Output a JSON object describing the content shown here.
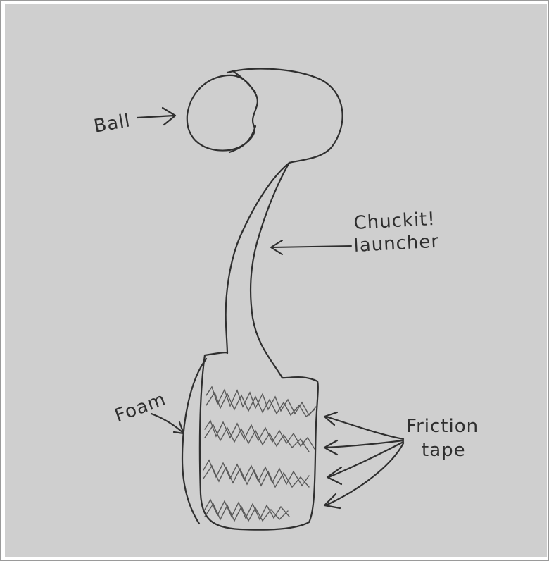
{
  "labels": {
    "ball": "Ball",
    "launcher_line1": "Chuckit!",
    "launcher_line2": "launcher",
    "foam": "Foam",
    "friction_line1": "Friction",
    "friction_line2": "tape"
  },
  "colors": {
    "paper": "#cfcfcf",
    "pencil": "#2f2f2f",
    "pencil_light": "#5a5a5a"
  }
}
